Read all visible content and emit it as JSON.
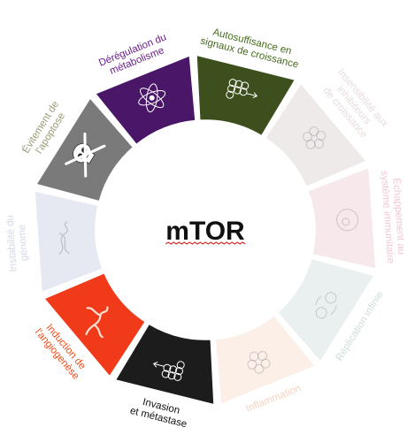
{
  "center": {
    "label": "mTOR"
  },
  "segments": [
    {
      "id": "autosuffisance",
      "lines": [
        "Autosuffisance en",
        "signaux de croissance"
      ],
      "fill": "#3d4f1c",
      "text_color": "#466b1e",
      "faded": false,
      "icon": "cell-cluster-icon"
    },
    {
      "id": "insensibilite",
      "lines": [
        "Insensibilité aux",
        "inhibiteurs",
        "de croissance"
      ],
      "fill": "#eeeae9",
      "text_color": "#e8dcdc",
      "faded": true,
      "icon": "cell-arrows-icon"
    },
    {
      "id": "echappement",
      "lines": [
        "Échappement au",
        "système immunitaire"
      ],
      "fill": "#f7e8ec",
      "text_color": "#f2c8d2",
      "faded": true,
      "icon": "immune-cell-icon"
    },
    {
      "id": "replication",
      "lines": [
        "Réplication infinie"
      ],
      "fill": "#e9f0ef",
      "text_color": "#cfdedb",
      "faded": true,
      "icon": "cycle-cells-icon"
    },
    {
      "id": "inflammation",
      "lines": [
        "Inflammation"
      ],
      "fill": "#fcefe7",
      "text_color": "#f5d4c1",
      "faded": true,
      "icon": "inflamed-cells-icon"
    },
    {
      "id": "invasion",
      "lines": [
        "Invasion",
        "et métastase"
      ],
      "fill": "#1c1c1c",
      "text_color": "#111111",
      "faded": false,
      "icon": "metastasis-icon"
    },
    {
      "id": "angiogenese",
      "lines": [
        "Induction de",
        "l'angiogenèse"
      ],
      "fill": "#f03a1a",
      "text_color": "#f0501e",
      "faded": false,
      "icon": "blood-vessel-icon"
    },
    {
      "id": "instabilite",
      "lines": [
        "Instabilité du",
        "génome"
      ],
      "fill": "#e6e9f1",
      "text_color": "#d4d9e7",
      "faded": true,
      "icon": "dna-icon"
    },
    {
      "id": "apoptose",
      "lines": [
        "Évitement de",
        "l'apoptose"
      ],
      "fill": "#7a7a7a",
      "text_color": "#9a9a75",
      "faded": false,
      "icon": "skull-icon"
    },
    {
      "id": "metabolisme",
      "lines": [
        "Dérégulation du",
        "métabolisme"
      ],
      "fill": "#4a1768",
      "text_color": "#6a1e8a",
      "faded": false,
      "icon": "atom-icon"
    }
  ]
}
